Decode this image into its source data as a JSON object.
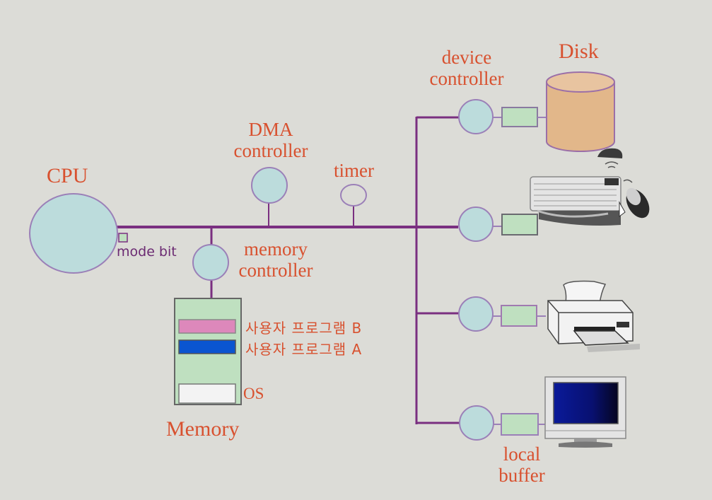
{
  "diagram": {
    "cpu": {
      "label": "CPU",
      "mode_bit_label": "mode bit"
    },
    "dma": {
      "label_line1": "DMA",
      "label_line2": "controller"
    },
    "timer": {
      "label": "timer"
    },
    "memory_controller": {
      "label_line1": "memory",
      "label_line2": "controller"
    },
    "memory": {
      "label": "Memory",
      "regions": [
        {
          "label": "사용자 프로그램 B",
          "color": "#dd88bb"
        },
        {
          "label": "사용자 프로그램 A",
          "color": "#0a55d0"
        },
        {
          "label": "OS",
          "color": "#f3f3f3"
        }
      ]
    },
    "device_controller": {
      "label_line1": "device",
      "label_line2": "controller"
    },
    "devices": [
      {
        "name": "Disk",
        "label": "Disk"
      },
      {
        "name": "keyboard-mouse",
        "label": ""
      },
      {
        "name": "printer",
        "label": ""
      },
      {
        "name": "monitor",
        "label": ""
      }
    ],
    "local_buffer": {
      "label_line1": "local",
      "label_line2": "buffer"
    },
    "colors": {
      "background": "#dcdcd7",
      "bus": "#7a2f80",
      "node_fill": "#bcdcdc",
      "node_stroke": "#9b80b8",
      "buffer_fill": "#bfe0c0",
      "memory_fill": "#bfe0c0",
      "label": "#d8512f",
      "disk_fill": "#e2b78a"
    }
  }
}
